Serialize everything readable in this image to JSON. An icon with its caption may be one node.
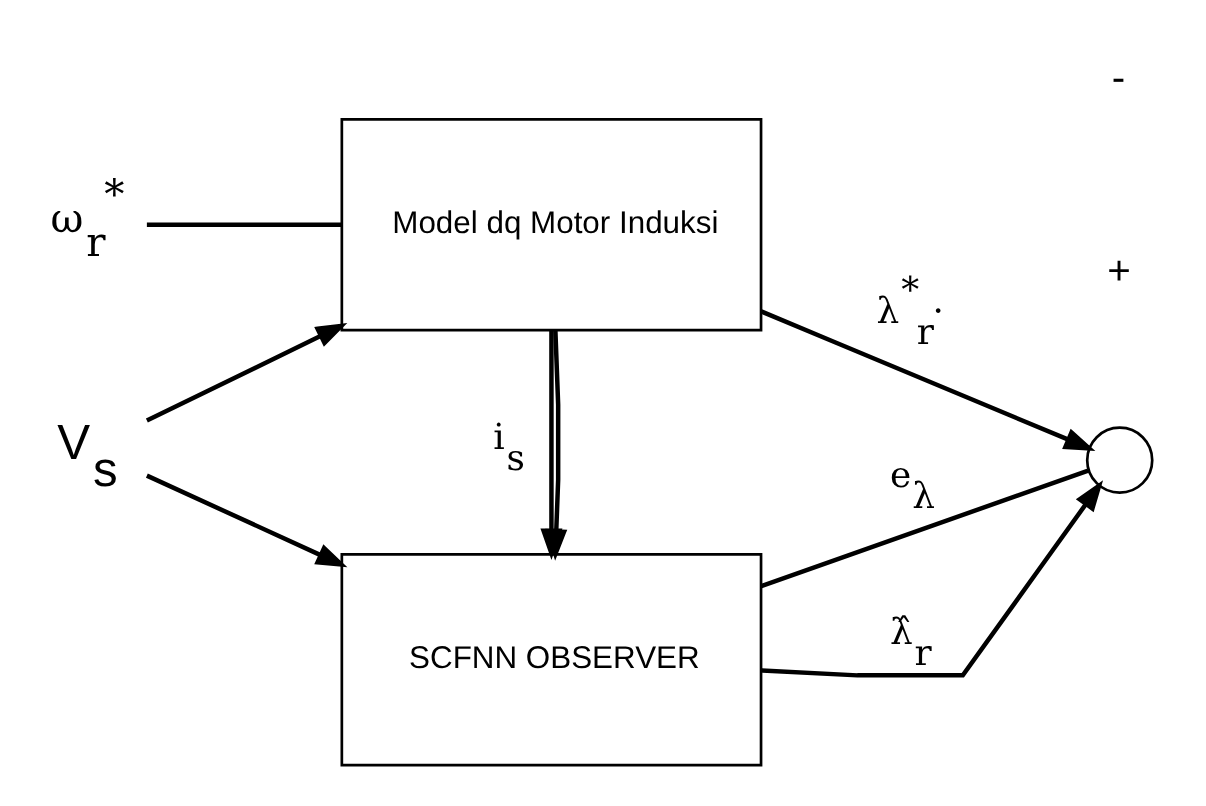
{
  "diagram": {
    "nodes": [
      {
        "text": [
          "V$_{s}$"
        ]
      },
      {
        "text": [
          "ω$_{r}$$^{*}$"
        ]
      },
      {
        "text": [
          "Model dq Motor Induksi"
        ]
      },
      {
        "text": [
          "SCFNN OBSERVER"
        ]
      },
      {
        "text": [],
        "shape": "circle"
      }
    ],
    "edges": [
      {
        "from": 0,
        "to": 2,
        "arrow": "to"
      },
      {
        "from": 0,
        "to": 3,
        "arrow": "to"
      },
      {
        "from": 1,
        "to": 2,
        "arrow": "none"
      },
      {
        "from": 2,
        "to": 3,
        "arrow": "to"
      },
      {
        "from": 2,
        "to": 4,
        "label": "λ$^{*}$$_{r}$·",
        "arrow": "to"
      },
      {
        "from": 2,
        "to": 3,
        "label": "i$_{s}$",
        "arrow": "to"
      },
      {
        "from": 3,
        "to": 4,
        "label": "λ̂$_{r}$",
        "arrow": "to"
      },
      {
        "from": 4,
        "to": 3,
        "label": "e$_{λ}$",
        "arrow": "none"
      }
    ],
    "labels": [
      "+",
      "-"
    ]
  }
}
